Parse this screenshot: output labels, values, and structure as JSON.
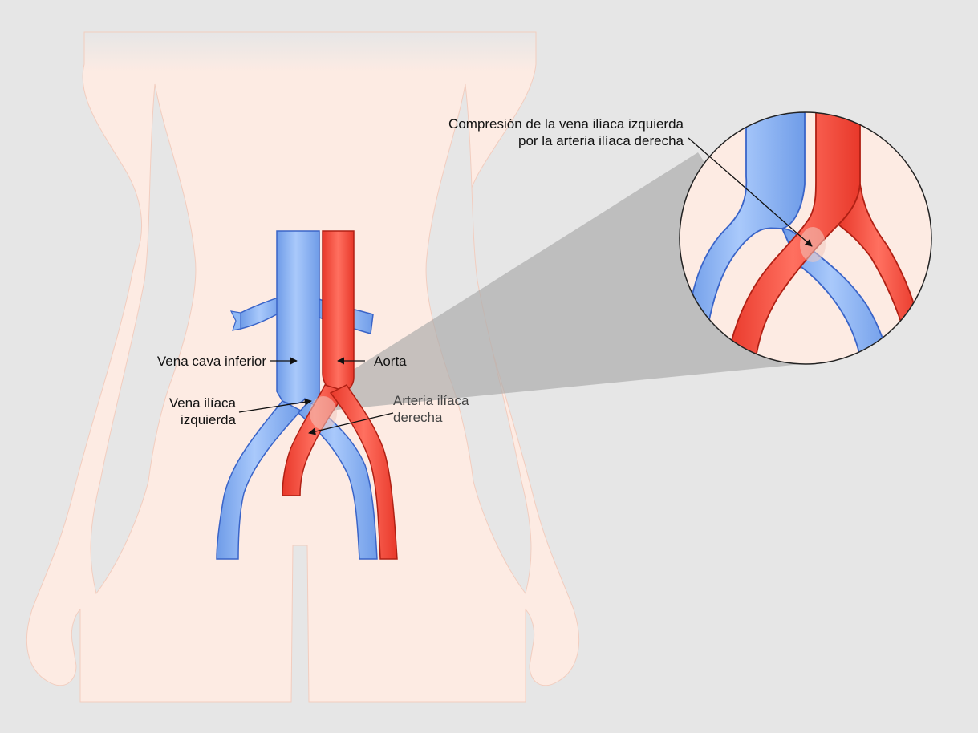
{
  "labels": {
    "compression_line1": "Compresión de la vena ilíaca izquierda",
    "compression_line2": "por la arteria ilíaca derecha",
    "inferior_vena_cava": "Vena cava inferior",
    "aorta": "Aorta",
    "left_iliac_vein_line1": "Vena ilíaca",
    "left_iliac_vein_line2": "izquierda",
    "right_iliac_artery_line1": "Arteria ilíaca",
    "right_iliac_artery_line2": "derecha"
  },
  "colors": {
    "background": "#e6e6e6",
    "body": "#fdebe3",
    "body_outline": "#f4cfc0",
    "vein": "#8fb8f5",
    "vein_outline": "#3a64c8",
    "artery": "#f04a3a",
    "artery_outline": "#b02014",
    "magnifier_cone": "#b9b9b9"
  }
}
